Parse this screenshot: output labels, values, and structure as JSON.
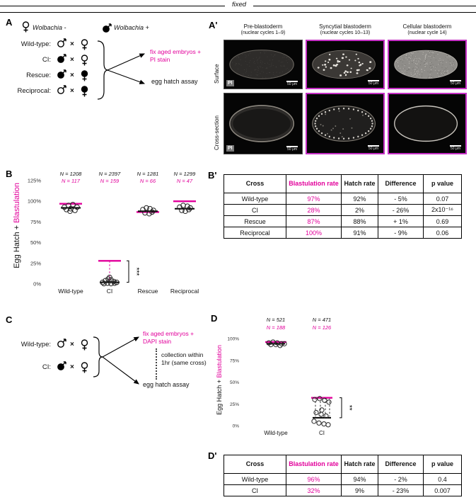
{
  "accent": {
    "magenta": "#e2009b",
    "image_border": "#c42fc4"
  },
  "page": {
    "top_label": "fixed"
  },
  "panelA": {
    "label": "A",
    "legend": [
      {
        "label": "Wolbachia -",
        "fill": "white"
      },
      {
        "label": "Wolbachia +",
        "fill": "black"
      }
    ],
    "cross_symbol": "×",
    "crosses": [
      {
        "label": "Wild-type:",
        "male_fill": "white",
        "female_fill": "white"
      },
      {
        "label": "CI:",
        "male_fill": "black",
        "female_fill": "white"
      },
      {
        "label": "Rescue:",
        "male_fill": "black",
        "female_fill": "black"
      },
      {
        "label": "Reciprocal:",
        "male_fill": "white",
        "female_fill": "black"
      }
    ],
    "outcome_fix_line1": "fix aged embryos +",
    "outcome_fix_line2": "PI stain",
    "outcome_hatch": "egg hatch assay"
  },
  "panelAprime": {
    "label": "A'",
    "columns": [
      {
        "title": "Pre-blastoderm",
        "subtitle": "(nuclear cycles 1–9)"
      },
      {
        "title": "Syncytial blastoderm",
        "subtitle": "(nuclear cycles 10–13)"
      },
      {
        "title": "Cellular blastoderm",
        "subtitle": "(nuclear cycle 14)"
      }
    ],
    "row_labels": [
      "Surface",
      "Cross-section"
    ],
    "stain_label": "PI",
    "scale_bar_label": "50 μm"
  },
  "panelC": {
    "label": "C",
    "cross_symbol": "×",
    "crosses": [
      {
        "label": "Wild-type:",
        "male_fill": "white",
        "female_fill": "white"
      },
      {
        "label": "CI:",
        "male_fill": "black",
        "female_fill": "white"
      }
    ],
    "outcome_fix_line1": "fix aged embryos +",
    "outcome_fix_line2": "DAPI stain",
    "collection_line1": "collection within",
    "collection_line2": "1hr (same cross)",
    "outcome_hatch": "egg hatch assay"
  },
  "chart_data": [
    {
      "id": "chartB",
      "panel_label": "B",
      "type": "scatter",
      "ylabel_black": "Egg Hatch + ",
      "ylabel_magenta": "Blastulation",
      "ylim": [
        0,
        125
      ],
      "yticks": [
        0,
        25,
        50,
        75,
        100,
        125
      ],
      "categories": [
        "Wild-type",
        "CI",
        "Rescue",
        "Reciprocal"
      ],
      "series": [
        {
          "category": "Wild-type",
          "n_hatch": "N = 1208",
          "n_blast": "N = 117",
          "blastulation_pct": 97,
          "hatch_pct": 92,
          "points": [
            [
              -9,
              93
            ],
            [
              -3,
              95
            ],
            [
              3,
              96
            ],
            [
              9,
              93
            ],
            [
              -6,
              90
            ],
            [
              0,
              91
            ],
            [
              6,
              89
            ],
            [
              -1,
              88
            ]
          ],
          "dashes": []
        },
        {
          "category": "CI",
          "n_hatch": "N = 2397",
          "n_blast": "N = 159",
          "blastulation_pct": 28,
          "hatch_pct": 2,
          "points": [
            [
              -10,
              2
            ],
            [
              -6,
              4
            ],
            [
              -2,
              6
            ],
            [
              2,
              5
            ],
            [
              6,
              3
            ],
            [
              10,
              2
            ],
            [
              -8,
              0.5
            ],
            [
              -3,
              1
            ],
            [
              2,
              0.5
            ],
            [
              7,
              1
            ],
            [
              0,
              8
            ]
          ],
          "dashes": [
            0
          ]
        },
        {
          "category": "Rescue",
          "n_hatch": "N = 1281",
          "n_blast": "N = 66",
          "blastulation_pct": 87,
          "hatch_pct": 88,
          "points": [
            [
              -7,
              90
            ],
            [
              -2,
              92
            ],
            [
              3,
              91
            ],
            [
              8,
              89
            ],
            [
              -4,
              86
            ],
            [
              2,
              85
            ],
            [
              6,
              87
            ]
          ],
          "dashes": []
        },
        {
          "category": "Reciprocal",
          "n_hatch": "N = 1299",
          "n_blast": "N = 47",
          "blastulation_pct": 100,
          "hatch_pct": 91,
          "points": [
            [
              -7,
              93
            ],
            [
              -2,
              95
            ],
            [
              4,
              94
            ],
            [
              8,
              92
            ],
            [
              -4,
              89
            ],
            [
              1,
              88
            ],
            [
              6,
              90
            ]
          ],
          "dashes": []
        }
      ],
      "significance": {
        "label": "***",
        "category_index": 1,
        "from_pct": 28,
        "to_pct": 2
      }
    },
    {
      "id": "chartD",
      "panel_label": "D",
      "type": "scatter",
      "ylabel_black": "Egg Hatch + ",
      "ylabel_magenta": "Blastulation",
      "ylim": [
        0,
        100
      ],
      "yticks": [
        0,
        25,
        50,
        75,
        100
      ],
      "categories": [
        "Wild-type",
        "CI"
      ],
      "series": [
        {
          "category": "Wild-type",
          "n_hatch": "N = 521",
          "n_blast": "N = 188",
          "blastulation_pct": 96,
          "hatch_pct": 94,
          "points": [
            [
              -10,
              95
            ],
            [
              -4,
              96
            ],
            [
              2,
              95
            ],
            [
              8,
              94
            ],
            [
              -7,
              93
            ],
            [
              0,
              93
            ],
            [
              6,
              92
            ],
            [
              12,
              94
            ]
          ],
          "dashes": []
        },
        {
          "category": "CI",
          "n_hatch": "N = 471",
          "n_blast": "N = 126",
          "blastulation_pct": 32,
          "hatch_pct": 9,
          "points": [
            [
              -10,
              30
            ],
            [
              -3,
              31
            ],
            [
              4,
              29
            ],
            [
              10,
              27
            ],
            [
              -8,
              15
            ],
            [
              -1,
              13
            ],
            [
              6,
              11
            ],
            [
              -11,
              5
            ],
            [
              -4,
              3
            ],
            [
              3,
              2
            ],
            [
              9,
              1
            ],
            [
              0,
              18
            ]
          ],
          "dashes": [
            -9,
            -2,
            5,
            11
          ]
        }
      ],
      "significance": {
        "label": "**",
        "category_index": 1,
        "from_pct": 32,
        "to_pct": 9
      }
    }
  ],
  "panelBprime": {
    "label": "B'",
    "headers": [
      "Cross",
      "Blastulation rate",
      "Hatch rate",
      "Difference",
      "p value"
    ],
    "rows": [
      [
        "Wild-type",
        "97%",
        "92%",
        "- 5%",
        "0.07"
      ],
      [
        "CI",
        "28%",
        "2%",
        "- 26%",
        "2x10⁻¹⁶"
      ],
      [
        "Rescue",
        "87%",
        "88%",
        "+ 1%",
        "0.69"
      ],
      [
        "Reciprocal",
        "100%",
        "91%",
        "- 9%",
        "0.06"
      ]
    ]
  },
  "panelDprime": {
    "label": "D'",
    "headers": [
      "Cross",
      "Blastulation rate",
      "Hatch rate",
      "Difference",
      "p value"
    ],
    "rows": [
      [
        "Wild-type",
        "96%",
        "94%",
        "- 2%",
        "0.4"
      ],
      [
        "CI",
        "32%",
        "9%",
        "- 23%",
        "0.007"
      ]
    ]
  }
}
